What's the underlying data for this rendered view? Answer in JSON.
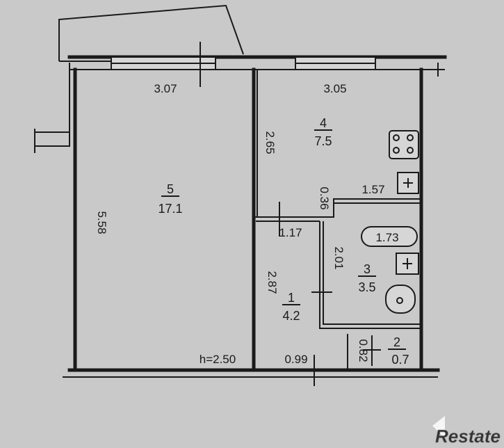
{
  "rooms": [
    {
      "number": "5",
      "area": "17.1"
    },
    {
      "number": "4",
      "area": "7.5"
    },
    {
      "number": "3",
      "area": "3.5"
    },
    {
      "number": "1",
      "area": "4.2"
    },
    {
      "number": "2",
      "area": "0.7"
    }
  ],
  "dimensions": {
    "room5_width": "3.07",
    "room4_width": "3.05",
    "room5_length": "5.58",
    "room4_length": "2.65",
    "wall_thickness": "0.36",
    "kitchen_segment": "1.57",
    "hall_width": "1.17",
    "bath_length": "2.01",
    "bath_width": "1.73",
    "hall_length": "2.87",
    "door_width": "0.99",
    "wc_length": "0.82"
  },
  "ceiling_height": "h=2.50",
  "watermark": {
    "logo": "Restate"
  }
}
